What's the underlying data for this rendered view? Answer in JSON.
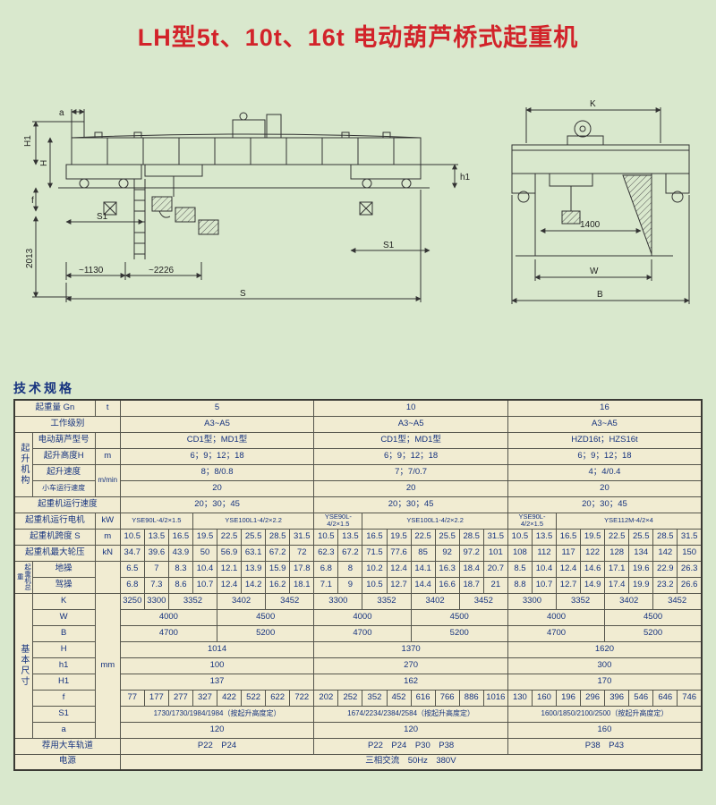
{
  "title": "LH型5t、10t、16t 电动葫芦桥式起重机",
  "section_title": "技术规格",
  "colors": {
    "page_bg": "#d9e8cd",
    "title_red": "#d2232a",
    "table_bg": "#f1ecd2",
    "table_text_blue": "#16337f",
    "line_dark": "#333333"
  },
  "drawings": {
    "left": {
      "a": "a",
      "H1": "H1",
      "H": "H",
      "f": "f",
      "v2013": "2013",
      "h1": "h1",
      "S1a": "S1",
      "S1b": "S1",
      "d1130": "~1130",
      "d2226": "~2226",
      "S": "S"
    },
    "right": {
      "K": "K",
      "d1400": "1400",
      "W": "W",
      "B": "B"
    }
  },
  "table": {
    "rows": [
      {
        "cells": [
          {
            "t": "起重量 Gn",
            "cs": 2,
            "name": "row-label"
          },
          {
            "t": "t",
            "name": "unit"
          },
          {
            "t": "5",
            "cs": 8
          },
          {
            "t": "10",
            "cs": 8
          },
          {
            "t": "16",
            "cs": 8
          }
        ]
      },
      {
        "cells": [
          {
            "t": "工作级别",
            "cs": 3,
            "name": "row-label"
          },
          {
            "t": "A3~A5",
            "cs": 8
          },
          {
            "t": "A3~A5",
            "cs": 8
          },
          {
            "t": "A3~A5",
            "cs": 8
          }
        ]
      },
      {
        "cells": [
          {
            "t": "起升机构",
            "rs": 4,
            "cls": "v",
            "name": "group-label"
          },
          {
            "t": "电动葫芦型号",
            "name": "row-label"
          },
          {
            "t": "",
            "name": "unit"
          },
          {
            "t": "CD1型；MD1型",
            "cs": 8
          },
          {
            "t": "CD1型；MD1型",
            "cs": 8
          },
          {
            "t": "HZD16t；HZS16t",
            "cs": 8
          }
        ]
      },
      {
        "cells": [
          {
            "t": "起升高度H",
            "name": "row-label"
          },
          {
            "t": "m",
            "name": "unit"
          },
          {
            "t": "6；9；12；18",
            "cs": 8
          },
          {
            "t": "6；9；12；18",
            "cs": 8
          },
          {
            "t": "6；9；12；18",
            "cs": 8
          }
        ]
      },
      {
        "cells": [
          {
            "t": "起升速度",
            "name": "row-label"
          },
          {
            "t": "m/min",
            "rs": 2,
            "cls": "sm",
            "name": "unit"
          },
          {
            "t": "8；8/0.8",
            "cs": 8
          },
          {
            "t": "7；7/0.7",
            "cs": 8
          },
          {
            "t": "4；4/0.4",
            "cs": 8
          }
        ]
      },
      {
        "cells": [
          {
            "t": "小车运行速度",
            "cls": "sm",
            "name": "row-label"
          },
          {
            "t": "20",
            "cs": 8
          },
          {
            "t": "20",
            "cs": 8
          },
          {
            "t": "20",
            "cs": 8
          }
        ]
      },
      {
        "cells": [
          {
            "t": "起重机运行速度",
            "cs": 3,
            "name": "row-label"
          },
          {
            "t": "20；30；45",
            "cs": 8
          },
          {
            "t": "20；30；45",
            "cs": 8
          },
          {
            "t": "20；30；45",
            "cs": 8
          }
        ]
      },
      {
        "cells": [
          {
            "t": "起重机运行电机",
            "cs": 2,
            "name": "row-label"
          },
          {
            "t": "kW",
            "name": "unit"
          },
          {
            "t": "YSE90L-4/2×1.5",
            "cs": 3,
            "cls": "xs"
          },
          {
            "t": "YSE100L1-4/2×2.2",
            "cs": 5,
            "cls": "xs"
          },
          {
            "t": "YSE90L-4/2×1.5",
            "cs": 2,
            "cls": "xs"
          },
          {
            "t": "YSE100L1-4/2×2.2",
            "cs": 6,
            "cls": "xs"
          },
          {
            "t": "YSE90L-4/2×1.5",
            "cs": 2,
            "cls": "xs"
          },
          {
            "t": "YSE112M-4/2×4",
            "cs": 6,
            "cls": "xs"
          }
        ]
      },
      {
        "cells": [
          {
            "t": "起重机跨度 S",
            "cs": 2,
            "name": "row-label"
          },
          {
            "t": "m",
            "name": "unit"
          },
          {
            "t": "10.5"
          },
          {
            "t": "13.5"
          },
          {
            "t": "16.5"
          },
          {
            "t": "19.5"
          },
          {
            "t": "22.5"
          },
          {
            "t": "25.5"
          },
          {
            "t": "28.5"
          },
          {
            "t": "31.5"
          },
          {
            "t": "10.5"
          },
          {
            "t": "13.5"
          },
          {
            "t": "16.5"
          },
          {
            "t": "19.5"
          },
          {
            "t": "22.5"
          },
          {
            "t": "25.5"
          },
          {
            "t": "28.5"
          },
          {
            "t": "31.5"
          },
          {
            "t": "10.5"
          },
          {
            "t": "13.5"
          },
          {
            "t": "16.5"
          },
          {
            "t": "19.5"
          },
          {
            "t": "22.5"
          },
          {
            "t": "25.5"
          },
          {
            "t": "28.5"
          },
          {
            "t": "31.5"
          }
        ]
      },
      {
        "cells": [
          {
            "t": "起重机最大轮压",
            "cs": 2,
            "name": "row-label"
          },
          {
            "t": "kN",
            "name": "unit"
          },
          {
            "t": "34.7"
          },
          {
            "t": "39.6"
          },
          {
            "t": "43.9"
          },
          {
            "t": "50"
          },
          {
            "t": "56.9"
          },
          {
            "t": "63.1"
          },
          {
            "t": "67.2"
          },
          {
            "t": "72"
          },
          {
            "t": "62.3"
          },
          {
            "t": "67.2"
          },
          {
            "t": "71.5"
          },
          {
            "t": "77.6"
          },
          {
            "t": "85"
          },
          {
            "t": "92"
          },
          {
            "t": "97.2"
          },
          {
            "t": "101"
          },
          {
            "t": "108"
          },
          {
            "t": "112"
          },
          {
            "t": "117"
          },
          {
            "t": "122"
          },
          {
            "t": "128"
          },
          {
            "t": "134"
          },
          {
            "t": "142"
          },
          {
            "t": "150"
          }
        ]
      },
      {
        "cells": [
          {
            "t": "起重机总重",
            "rs": 2,
            "cls": "v sm2",
            "name": "group-label"
          },
          {
            "t": "地操",
            "name": "row-label"
          },
          {
            "t": "",
            "rs": 2,
            "name": "unit"
          },
          {
            "t": "6.5"
          },
          {
            "t": "7"
          },
          {
            "t": "8.3"
          },
          {
            "t": "10.4"
          },
          {
            "t": "12.1"
          },
          {
            "t": "13.9"
          },
          {
            "t": "15.9"
          },
          {
            "t": "17.8"
          },
          {
            "t": "6.8"
          },
          {
            "t": "8"
          },
          {
            "t": "10.2"
          },
          {
            "t": "12.4"
          },
          {
            "t": "14.1"
          },
          {
            "t": "16.3"
          },
          {
            "t": "18.4"
          },
          {
            "t": "20.7"
          },
          {
            "t": "8.5"
          },
          {
            "t": "10.4"
          },
          {
            "t": "12.4"
          },
          {
            "t": "14.6"
          },
          {
            "t": "17.1"
          },
          {
            "t": "19.6"
          },
          {
            "t": "22.9"
          },
          {
            "t": "26.3"
          }
        ]
      },
      {
        "cells": [
          {
            "t": "驾操",
            "name": "row-label"
          },
          {
            "t": "6.8"
          },
          {
            "t": "7.3"
          },
          {
            "t": "8.6"
          },
          {
            "t": "10.7"
          },
          {
            "t": "12.4"
          },
          {
            "t": "14.2"
          },
          {
            "t": "16.2"
          },
          {
            "t": "18.1"
          },
          {
            "t": "7.1"
          },
          {
            "t": "9"
          },
          {
            "t": "10.5"
          },
          {
            "t": "12.7"
          },
          {
            "t": "14.4"
          },
          {
            "t": "16.6"
          },
          {
            "t": "18.7"
          },
          {
            "t": "21"
          },
          {
            "t": "8.8"
          },
          {
            "t": "10.7"
          },
          {
            "t": "12.7"
          },
          {
            "t": "14.9"
          },
          {
            "t": "17.4"
          },
          {
            "t": "19.9"
          },
          {
            "t": "23.2"
          },
          {
            "t": "26.6"
          }
        ]
      },
      {
        "cells": [
          {
            "t": "基本尺寸",
            "rs": 9,
            "cls": "v",
            "name": "group-label"
          },
          {
            "t": "K",
            "name": "row-label"
          },
          {
            "t": "mm",
            "rs": 9,
            "name": "unit"
          },
          {
            "t": "3250"
          },
          {
            "t": "3300"
          },
          {
            "t": "3352",
            "cs": 2
          },
          {
            "t": "3402",
            "cs": 2
          },
          {
            "t": "3452",
            "cs": 2
          },
          {
            "t": "3300",
            "cs": 2
          },
          {
            "t": "3352",
            "cs": 2
          },
          {
            "t": "3402",
            "cs": 2
          },
          {
            "t": "3452",
            "cs": 2
          },
          {
            "t": "3300",
            "cs": 2
          },
          {
            "t": "3352",
            "cs": 2
          },
          {
            "t": "3402",
            "cs": 2
          },
          {
            "t": "3452",
            "cs": 2
          }
        ]
      },
      {
        "cells": [
          {
            "t": "W",
            "name": "row-label"
          },
          {
            "t": "4000",
            "cs": 4
          },
          {
            "t": "4500",
            "cs": 4
          },
          {
            "t": "4000",
            "cs": 4
          },
          {
            "t": "4500",
            "cs": 4
          },
          {
            "t": "4000",
            "cs": 4
          },
          {
            "t": "4500",
            "cs": 4
          }
        ]
      },
      {
        "cells": [
          {
            "t": "B",
            "name": "row-label"
          },
          {
            "t": "4700",
            "cs": 4
          },
          {
            "t": "5200",
            "cs": 4
          },
          {
            "t": "4700",
            "cs": 4
          },
          {
            "t": "5200",
            "cs": 4
          },
          {
            "t": "4700",
            "cs": 4
          },
          {
            "t": "5200",
            "cs": 4
          }
        ]
      },
      {
        "cells": [
          {
            "t": "H",
            "name": "row-label"
          },
          {
            "t": "1014",
            "cs": 8
          },
          {
            "t": "1370",
            "cs": 8
          },
          {
            "t": "1620",
            "cs": 8
          }
        ]
      },
      {
        "cells": [
          {
            "t": "h1",
            "name": "row-label"
          },
          {
            "t": "100",
            "cs": 8
          },
          {
            "t": "270",
            "cs": 8
          },
          {
            "t": "300",
            "cs": 8
          }
        ]
      },
      {
        "cells": [
          {
            "t": "H1",
            "name": "row-label"
          },
          {
            "t": "137",
            "cs": 8
          },
          {
            "t": "162",
            "cs": 8
          },
          {
            "t": "170",
            "cs": 8
          }
        ]
      },
      {
        "cells": [
          {
            "t": "f",
            "name": "row-label"
          },
          {
            "t": "77"
          },
          {
            "t": "177"
          },
          {
            "t": "277"
          },
          {
            "t": "327"
          },
          {
            "t": "422"
          },
          {
            "t": "522"
          },
          {
            "t": "622"
          },
          {
            "t": "722"
          },
          {
            "t": "202"
          },
          {
            "t": "252"
          },
          {
            "t": "352"
          },
          {
            "t": "452"
          },
          {
            "t": "616"
          },
          {
            "t": "766"
          },
          {
            "t": "886"
          },
          {
            "t": "1016"
          },
          {
            "t": "130"
          },
          {
            "t": "160"
          },
          {
            "t": "196"
          },
          {
            "t": "296"
          },
          {
            "t": "396"
          },
          {
            "t": "546"
          },
          {
            "t": "646"
          },
          {
            "t": "746"
          }
        ]
      },
      {
        "cells": [
          {
            "t": "S1",
            "name": "row-label"
          },
          {
            "t": "1730/1730/1984/1984（按起升高度定）",
            "cs": 8,
            "cls": "sm"
          },
          {
            "t": "1674/2234/2384/2584（按起升高度定）",
            "cs": 8,
            "cls": "sm"
          },
          {
            "t": "1600/1850/2100/2500（按起升高度定）",
            "cs": 8,
            "cls": "sm"
          }
        ]
      },
      {
        "cells": [
          {
            "t": "a",
            "name": "row-label"
          },
          {
            "t": "120",
            "cs": 8
          },
          {
            "t": "120",
            "cs": 8
          },
          {
            "t": "160",
            "cs": 8
          }
        ]
      },
      {
        "cells": [
          {
            "t": "荐用大车轨道",
            "cs": 3,
            "name": "row-label"
          },
          {
            "t": "P22　P24",
            "cs": 8
          },
          {
            "t": "P22　P24　P30　P38",
            "cs": 8
          },
          {
            "t": "P38　P43",
            "cs": 8
          }
        ]
      },
      {
        "cells": [
          {
            "t": "电源",
            "cs": 3,
            "name": "row-label"
          },
          {
            "t": "三相交流　50Hz　380V",
            "cs": 24
          }
        ]
      }
    ]
  }
}
